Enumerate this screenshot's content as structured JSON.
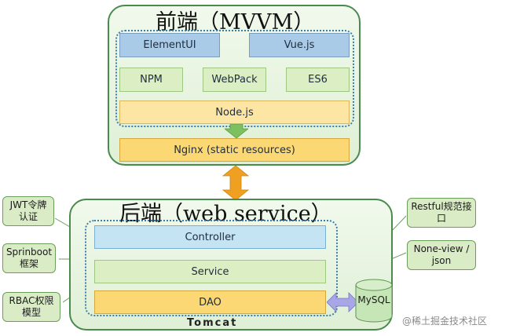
{
  "frontend": {
    "title": "前端（MVVM）",
    "items": {
      "elementui": "ElementUI",
      "vuejs": "Vue.js",
      "npm": "NPM",
      "webpack": "WebPack",
      "es6": "ES6",
      "nodejs": "Node.js"
    },
    "nginx": "Nginx (static resources)"
  },
  "backend": {
    "title": "后端（web service）",
    "layers": {
      "controller": "Controller",
      "service": "Service",
      "dao": "DAO"
    },
    "container": "Tomcat",
    "database": "MySQL"
  },
  "callouts": {
    "jwt": "JWT令牌认证",
    "springboot": "Sprinboot框架",
    "rbac": "RBAC权限模型",
    "restful": "Restful规范接口",
    "noneview": "None-view / json"
  },
  "watermark": "@稀土掘金技术社区",
  "colors": {
    "panel_border": "#4a8a4e",
    "panel_fill": "#e6f4dd",
    "dotted_border": "#3c7fa6",
    "arrow_orange": "#f0a020",
    "arrow_green": "#7cc060",
    "arrow_purple": "#a9a6e8"
  }
}
